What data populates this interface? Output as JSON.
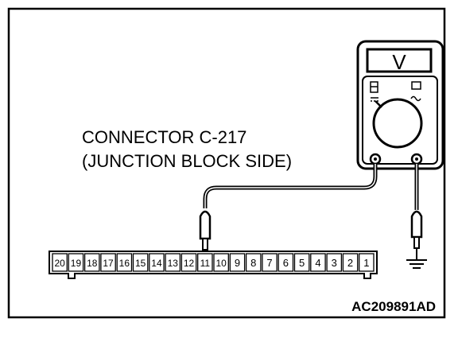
{
  "diagram": {
    "label_line1": "CONNECTOR C-217",
    "label_line2": "(JUNCTION BLOCK SIDE)",
    "figure_id": "AC209891AD",
    "meter_display": "V",
    "meter_mode_icon": "dc-voltage-icon",
    "probe_pin": "11",
    "ground_icon": "ground-symbol-icon"
  },
  "connector": {
    "pins": [
      "20",
      "19",
      "18",
      "17",
      "16",
      "15",
      "14",
      "13",
      "12",
      "11",
      "10",
      "9",
      "8",
      "7",
      "6",
      "5",
      "4",
      "3",
      "2",
      "1"
    ]
  }
}
